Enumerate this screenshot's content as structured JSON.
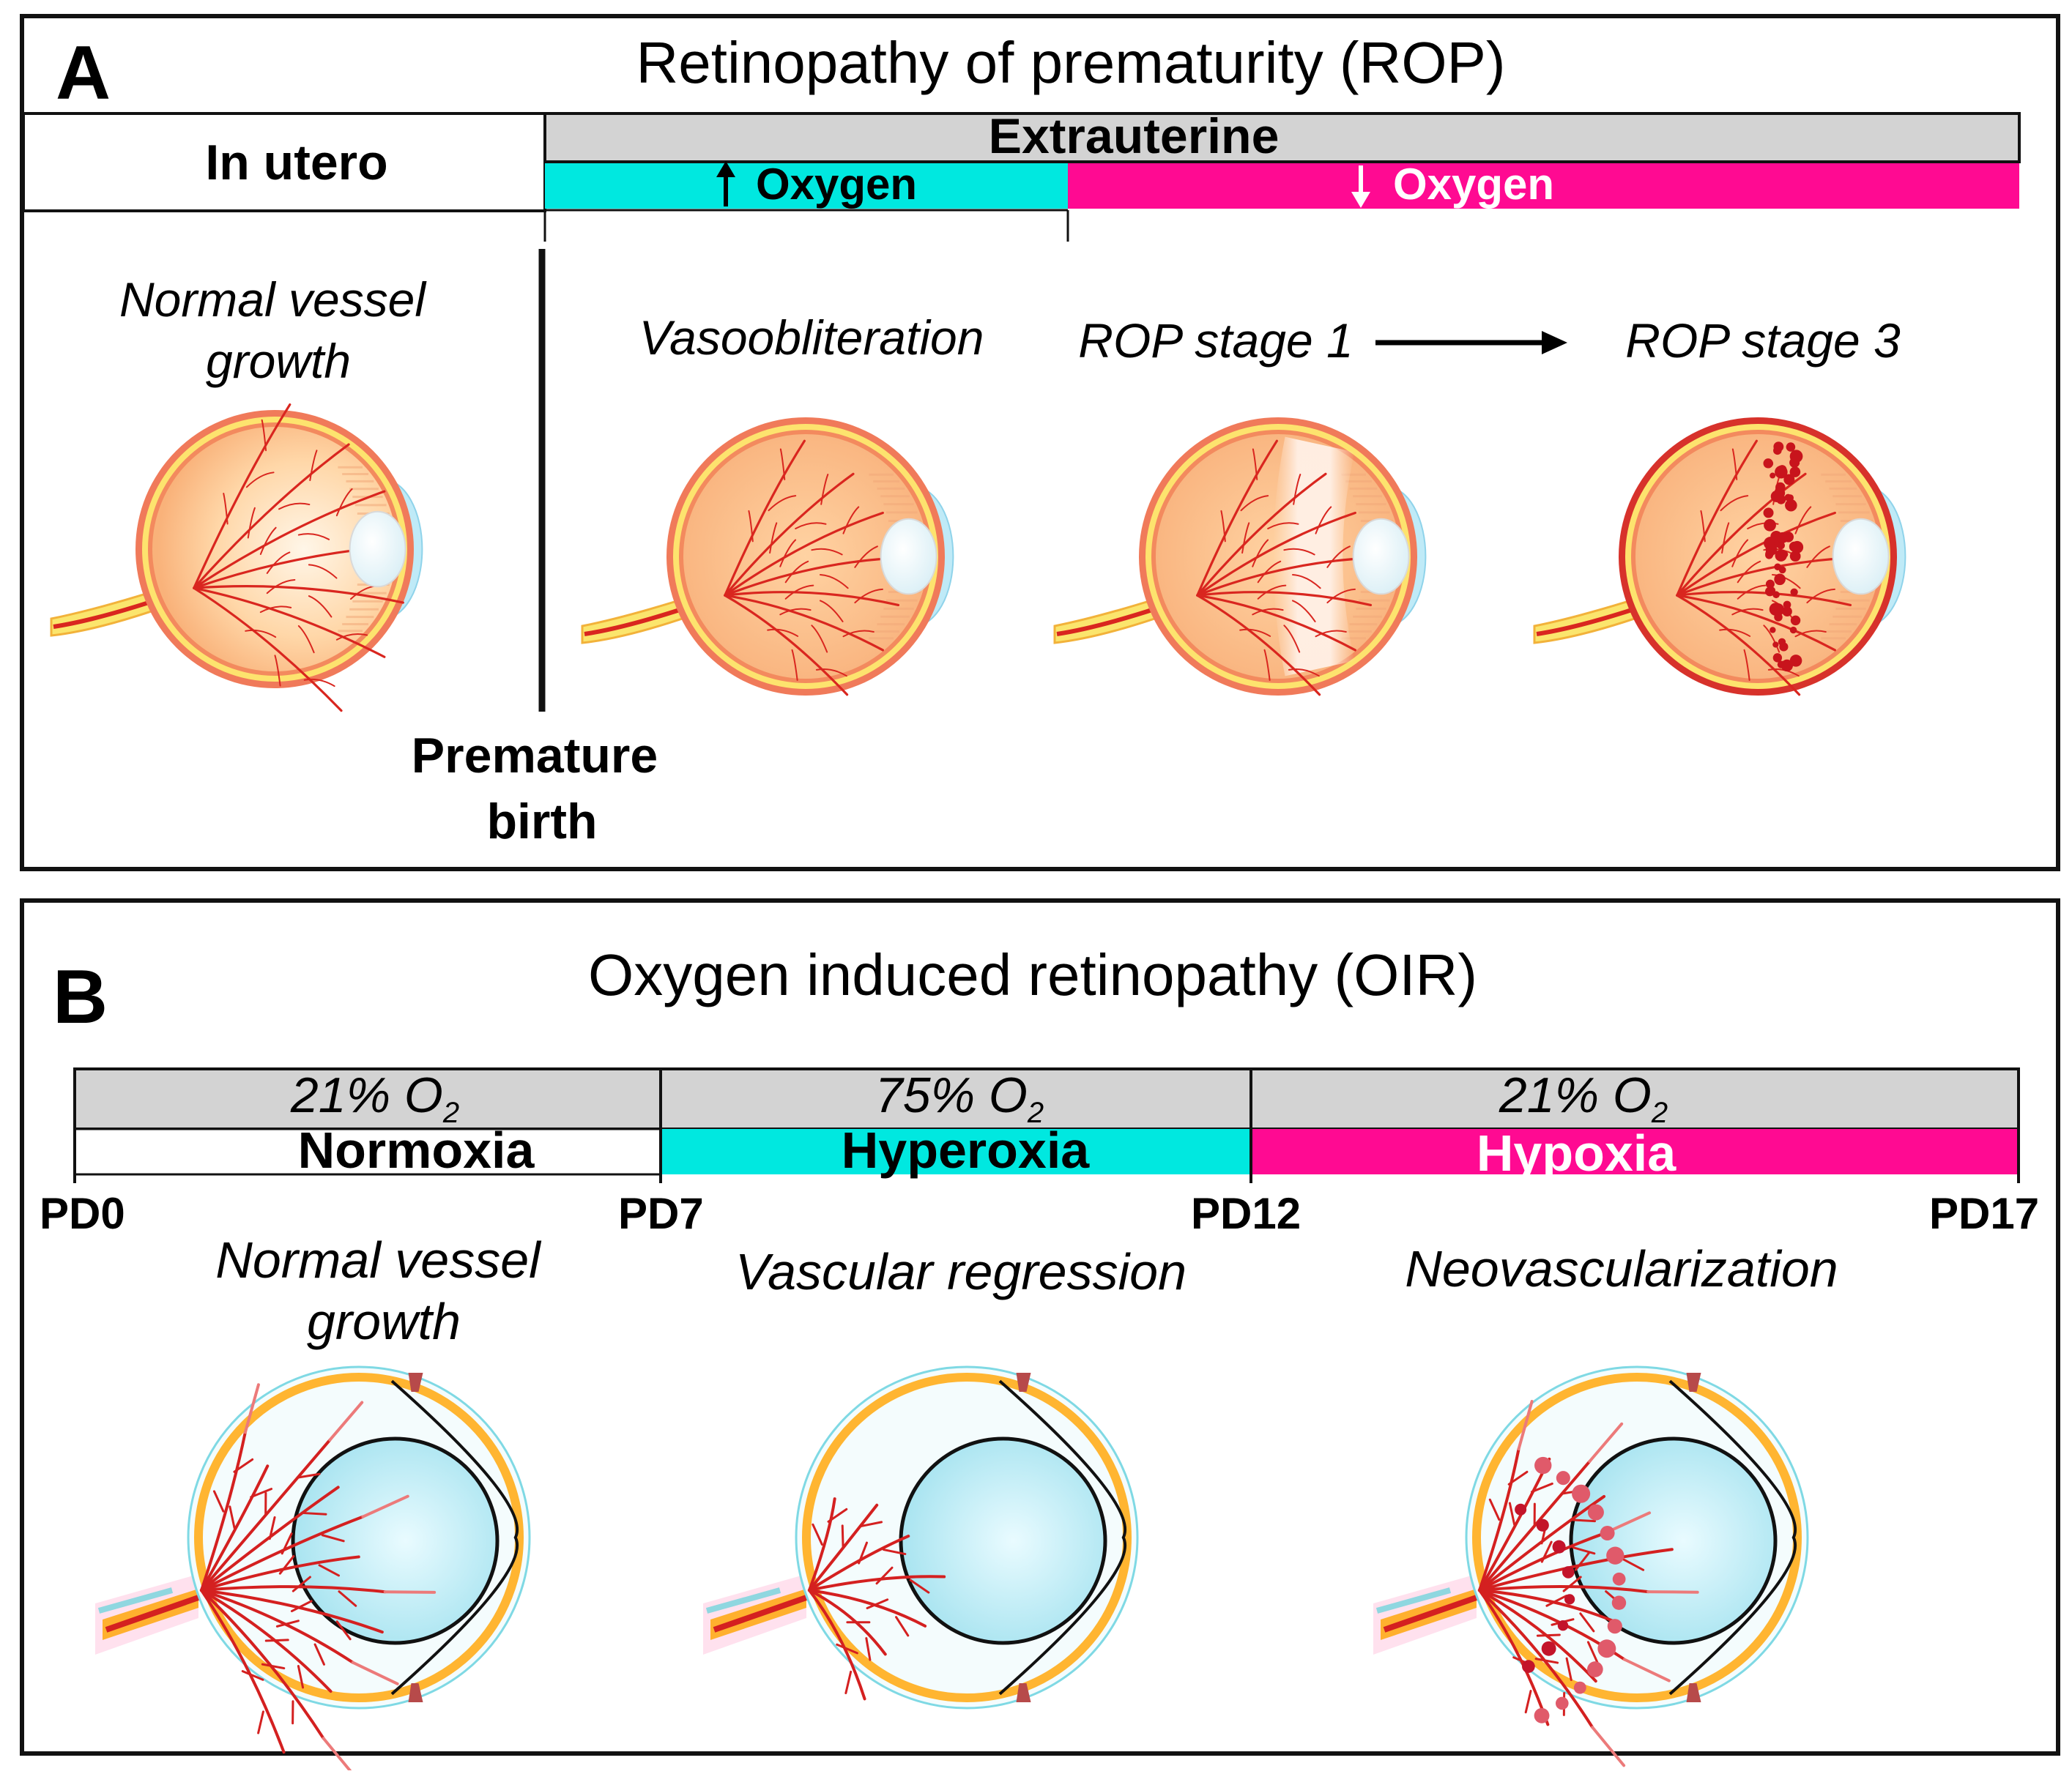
{
  "panel_a": {
    "letter": "A",
    "title": "Retinopathy of prematurity (ROP)",
    "in_utero": "In utero",
    "extrauterine": "Extrauterine",
    "oxygen_high": "Oxygen",
    "oxygen_low": "Oxygen",
    "normal_line1": "Normal vessel",
    "normal_line2": "growth",
    "vasoobliteration": "Vasoobliteration",
    "stage1": "ROP stage 1",
    "stage3": "ROP stage 3",
    "premature_line1": "Premature",
    "premature_line2": "birth"
  },
  "panel_b": {
    "letter": "B",
    "title": "Oxygen induced retinopathy (OIR)",
    "o2_1": "21% O",
    "o2_2": "75% O",
    "o2_3": "21% O",
    "o2_sub": "2",
    "normoxia": "Normoxia",
    "hyperoxia": "Hyperoxia",
    "hypoxia": "Hypoxia",
    "pd0": "PD0",
    "pd7": "PD7",
    "pd12": "PD12",
    "pd17": "PD17",
    "normal_line1": "Normal vessel",
    "normal_line2": "growth",
    "regression": "Vascular regression",
    "neovasc": "Neovascularization"
  },
  "colors": {
    "cyan": "#00e8e0",
    "magenta": "#ff0a92",
    "grey": "#d3d3d3",
    "vessel_red": "#d42020",
    "orange": "#f7a830"
  },
  "icons": [
    "up-arrow-icon",
    "down-arrow-icon",
    "right-arrow-icon",
    "eye-icon"
  ]
}
